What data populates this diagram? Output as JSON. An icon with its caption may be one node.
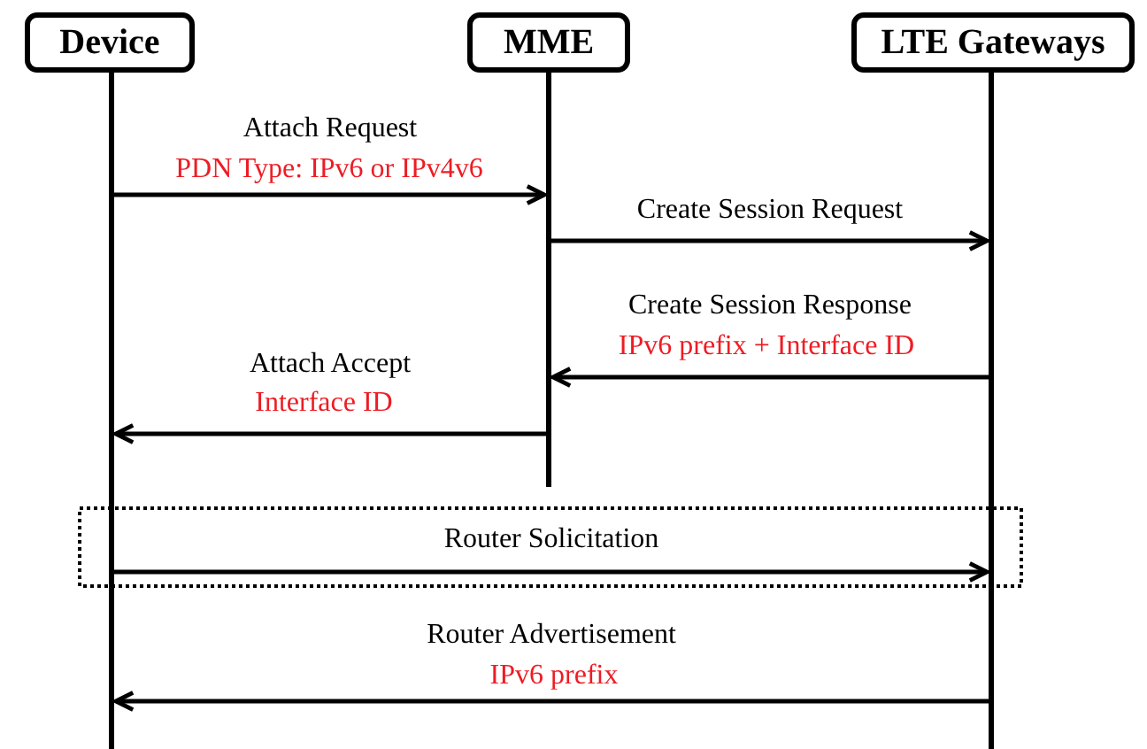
{
  "diagram": {
    "nodes": [
      {
        "text": [
          "Device"
        ]
      },
      {
        "text": [
          "MME"
        ]
      },
      {
        "text": [
          "LTE Gateways"
        ]
      }
    ],
    "edges": [
      {
        "from": 0,
        "to": 1,
        "arrow": "to",
        "label": "Attach Request"
      },
      {
        "from": 1,
        "to": 2,
        "arrow": "to",
        "label": "Create Session Request"
      },
      {
        "from": 2,
        "to": 1,
        "arrow": "to",
        "label": "Create Session Response"
      },
      {
        "from": 1,
        "to": 0,
        "arrow": "to",
        "label": "Attach Accept"
      },
      {
        "from": 0,
        "to": 2,
        "arrow": "to",
        "label": "Router Solicitation"
      },
      {
        "from": 2,
        "to": 0,
        "arrow": "to",
        "label": "Router Advertisement"
      }
    ],
    "labels": [
      "PDN Type: IPv6 or IPv4v6",
      "IPv6 prefix + Interface ID",
      "Interface ID",
      "IPv6 prefix"
    ]
  }
}
